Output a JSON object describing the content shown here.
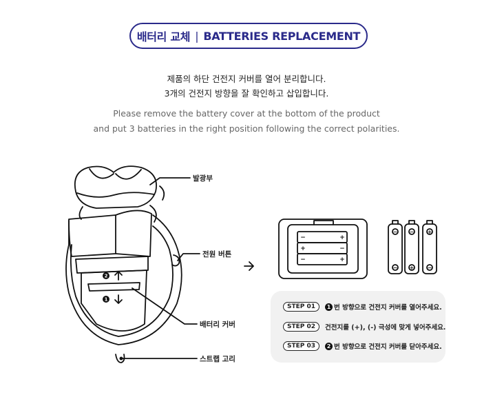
{
  "title": {
    "ko": "배터리 교체",
    "separator": "|",
    "en": "BATTERIES REPLACEMENT"
  },
  "instructions_ko": [
    "제품의 하단 건전지 커버를 열어 분리합니다.",
    "3개의 건전지 방향을 잘 확인하고 삽입합니다."
  ],
  "instructions_en": [
    "Please remove the battery cover at the bottom of the product",
    "and put 3 batteries in the right position following the correct polarities."
  ],
  "callouts": {
    "light": "발광부",
    "power": "전원 버튼",
    "cover": "배터리 커버",
    "strap": "스트랩 고리"
  },
  "diagram_marks": {
    "open_step": "2",
    "close_step": "1",
    "plus": "+",
    "minus": "−"
  },
  "steps": [
    {
      "badge": "STEP 01",
      "num": "1",
      "text": "번 방향으로 건전지 커버를 열어주세요."
    },
    {
      "badge": "STEP 02",
      "num": "",
      "text": "건전지를 (+), (-) 극성에 맞게 넣어주세요."
    },
    {
      "badge": "STEP 03",
      "num": "2",
      "text": "번 방향으로 건전지 커버를 닫아주세요."
    }
  ],
  "colors": {
    "accent": "#2a2a8a",
    "step_panel": "#f1f1f1"
  }
}
